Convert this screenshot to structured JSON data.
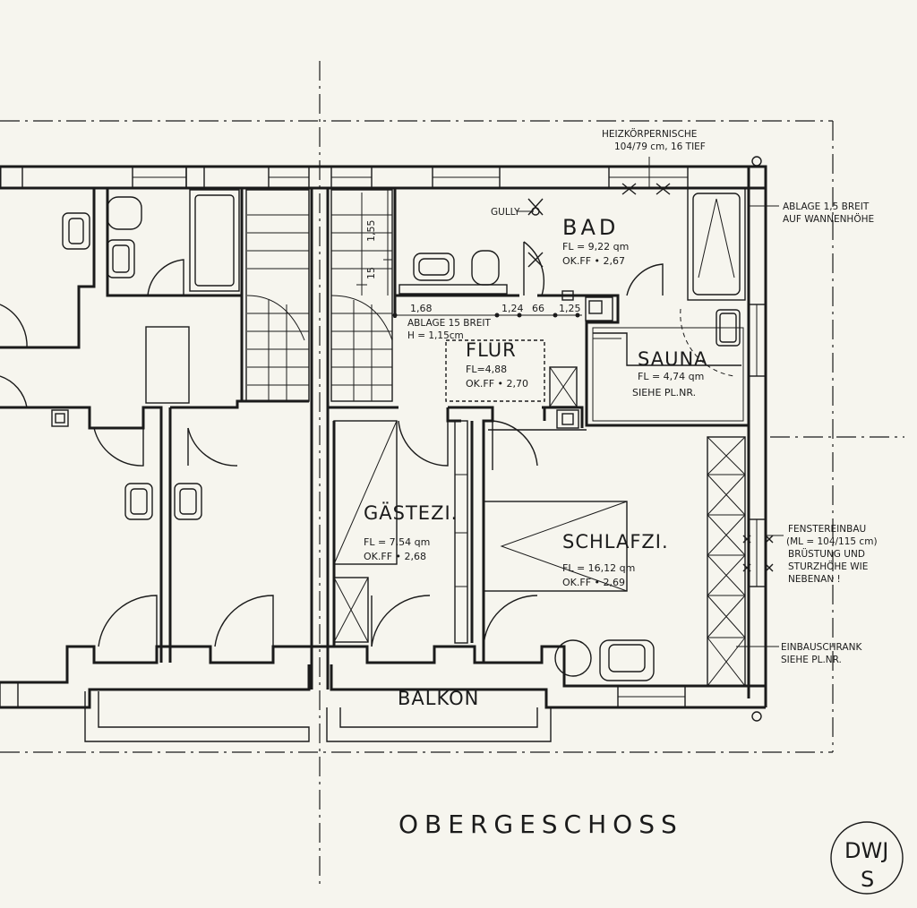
{
  "title": "OBERGESCHOSS",
  "stamp": {
    "line1": "DWJ",
    "line2": "S"
  },
  "rooms": {
    "bad": {
      "name": "BAD",
      "area": "FL = 9,22 qm",
      "height": "OK.FF • 2,67"
    },
    "flur": {
      "name": "FLUR",
      "area": "FL=4,88",
      "height": "OK.FF • 2,70"
    },
    "sauna": {
      "name": "SAUNA",
      "area": "FL = 4,74 qm",
      "ref": "SIEHE PL.NR."
    },
    "gaestezi": {
      "name": "GÄSTEZI.",
      "area": "FL = 7,54 qm",
      "height": "OK.FF • 2,68"
    },
    "schlafzi": {
      "name": "SCHLAFZI.",
      "area": "FL = 16,12 qm",
      "height": "OK.FF • 2,69"
    },
    "balkon": {
      "name": "BALKON"
    }
  },
  "notes": {
    "heizkoerper": [
      "HEIZKÖRPERNISCHE",
      "104/79 cm, 16 TIEF"
    ],
    "ablage_bad": [
      "ABLAGE 1,5 BREIT",
      "AUF WANNENHÖHE"
    ],
    "gully": "GULLY",
    "ablage_flur": [
      "ABLAGE 15 BREIT",
      "H = 1,15cm"
    ],
    "fenster": [
      "FENSTEREINBAU",
      "(ML = 104/115 cm)",
      "BRÜSTUNG UND",
      "STURZHÖHE WIE",
      "NEBENAN !"
    ],
    "einbauschrank": [
      "EINBAUSCHRANK",
      "SIEHE PL.NR."
    ]
  },
  "dimensions": [
    "1,68",
    "1,24",
    "66",
    "1,25",
    "1,55",
    "15"
  ]
}
